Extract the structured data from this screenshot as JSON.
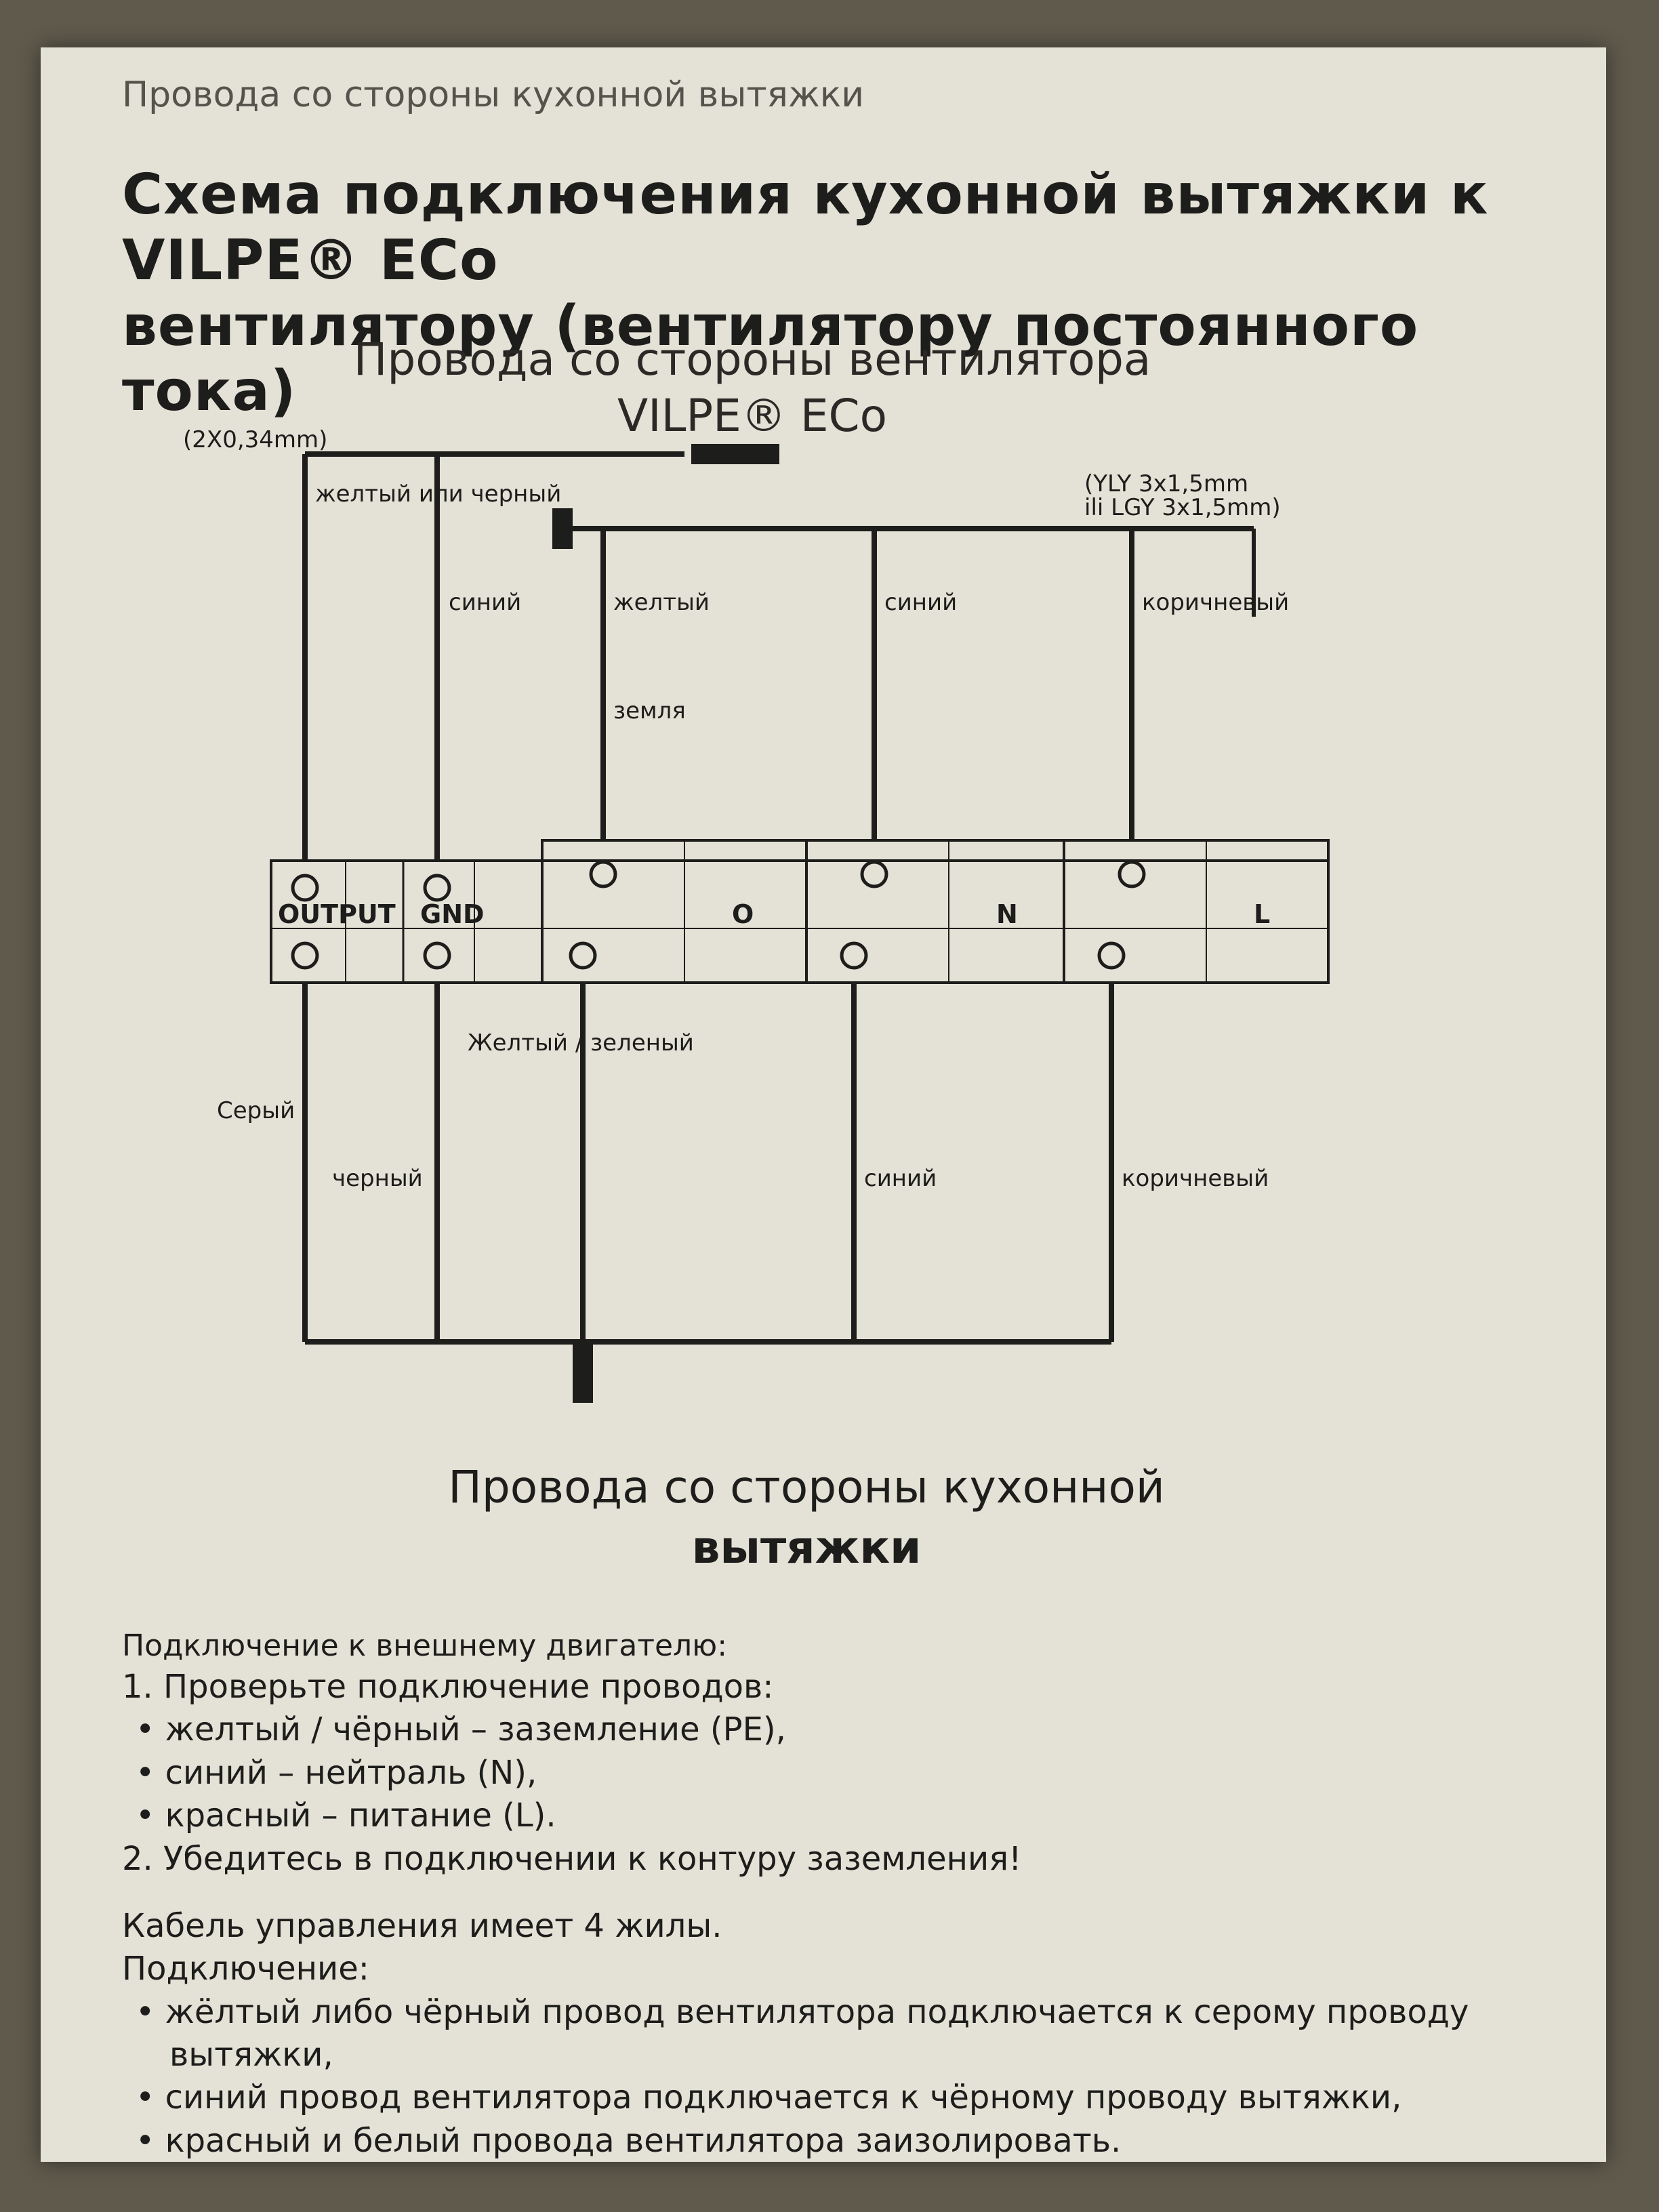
{
  "header": {
    "running_head": "Провода со стороны кухонной вытяжки"
  },
  "title": {
    "line1": "Схема подключения кухонной вытяжки к VILPE® ECo",
    "line2": "вентилятору (вентилятору постоянного тока)"
  },
  "diagram": {
    "fan_side_heading_1": "Провода со стороны вентилятора",
    "fan_side_heading_2": "VILPE® ECo",
    "hood_side_heading_1": "Провода со стороны кухонной",
    "hood_side_heading_2": "вытяжки",
    "control_cable_spec": "(2X0,34mm)",
    "power_cable_spec_1": "(YLY 3x1,5mm",
    "power_cable_spec_2": "ili LGY 3x1,5mm)",
    "terminal_labels": [
      "OUTPUT",
      "GND",
      "O",
      "N",
      "L"
    ],
    "fan_wire_labels": [
      "желтый или черный",
      "синий",
      "желтый",
      "земля",
      "синий",
      "коричневый"
    ],
    "hood_wire_labels": [
      "Серый",
      "черный",
      "Желтый / зеленый",
      "синий",
      "коричневый"
    ]
  },
  "instructions": {
    "motor_heading": "Подключение к внешнему двигателю:",
    "step_1": "1. Проверьте подключение проводов:",
    "motor_bullets": [
      "желтый / чёрный – заземление (PE),",
      "синий – нейтраль (N),",
      "красный – питание (L)."
    ],
    "step_2": "2. Убедитесь в подключении к контуру заземления!",
    "cable_heading": "Кабель управления имеет 4 жилы.",
    "connection_heading": "Подключение:",
    "connection_bullets": [
      "жёлтый либо чёрный провод вентилятора подключается к серому проводу вытяжки,",
      "синий провод вентилятора подключается к чёрному проводу вытяжки,",
      "красный и белый провода вентилятора заизолировать."
    ]
  }
}
